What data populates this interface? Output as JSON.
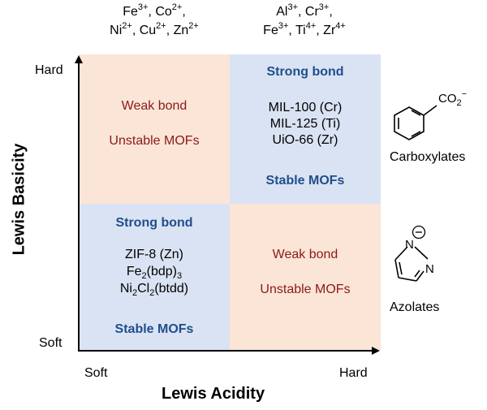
{
  "top_ions": {
    "left_line1": "Fe3+, Co2+,",
    "left_line2": "Ni2+, Cu2+, Zn2+",
    "right_line1": "Al3+, Cr3+,",
    "right_line2": "Fe3+, Ti4+, Zr4+"
  },
  "y_axis": {
    "title": "Lewis Basicity",
    "high": "Hard",
    "low": "Soft"
  },
  "x_axis": {
    "title": "Lewis Acidity",
    "low": "Soft",
    "high": "Hard"
  },
  "quadrants": {
    "top_left": {
      "bond": "Weak bond",
      "stability": "Unstable MOFs"
    },
    "top_right": {
      "bond": "Strong bond",
      "mofs": [
        "MIL-100 (Cr)",
        "MIL-125 (Ti)",
        "UiO-66 (Zr)"
      ],
      "stability": "Stable MOFs"
    },
    "bottom_left": {
      "bond": "Strong bond",
      "mofs": [
        "ZIF-8 (Zn)",
        "Fe2(bdp)3",
        "Ni2Cl2(btdd)"
      ],
      "stability": "Stable MOFs"
    },
    "bottom_right": {
      "bond": "Weak bond",
      "stability": "Unstable MOFs"
    }
  },
  "ligands": {
    "carboxylate": {
      "label": "Carboxylates",
      "group": "CO2",
      "charge": "−"
    },
    "azolate": {
      "label": "Azolates",
      "atom1": "N",
      "atom2": "N",
      "charge": "−"
    }
  },
  "colors": {
    "weak_bg": "#fbe5d6",
    "strong_bg": "#dae3f3",
    "weak_text": "#8b1a1a",
    "strong_text": "#1f4e8c"
  }
}
